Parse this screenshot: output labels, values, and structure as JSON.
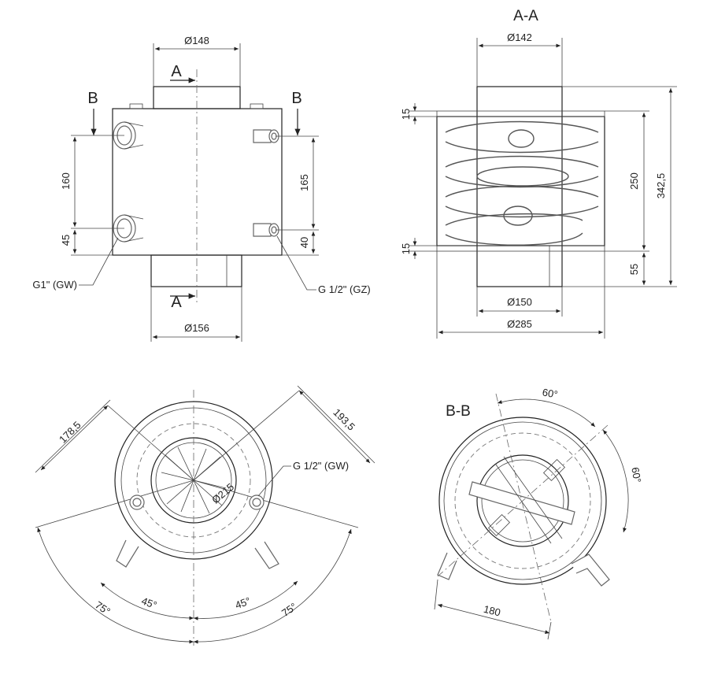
{
  "front_view": {
    "top_diameter": "Ø148",
    "bottom_diameter": "Ø156",
    "section_a_top": "A",
    "section_a_bottom": "A",
    "section_b_left": "B",
    "section_b_right": "B",
    "left_height_upper": "160",
    "left_height_lower": "45",
    "right_height_upper": "165",
    "right_height_lower": "40",
    "left_connection": "G1\" (GW)",
    "right_connection": "G 1/2\" (GZ)"
  },
  "section_aa": {
    "title": "A-A",
    "top_diameter": "Ø142",
    "top_flange": "15",
    "bottom_flange": "15",
    "coil_height": "250",
    "total_height": "342,5",
    "bottom_height": "55",
    "inner_diameter": "Ø150",
    "outer_diameter": "Ø285"
  },
  "top_view": {
    "left_radius": "178,5",
    "right_radius": "193,5",
    "diameter": "Ø215",
    "connection": "G 1/2\" (GW)",
    "angle_left_inner": "45°",
    "angle_right_inner": "45°",
    "angle_left_outer": "75°",
    "angle_right_outer": "75°"
  },
  "section_bb": {
    "title": "B-B",
    "angle_top": "60°",
    "angle_right": "60°",
    "width": "180"
  }
}
